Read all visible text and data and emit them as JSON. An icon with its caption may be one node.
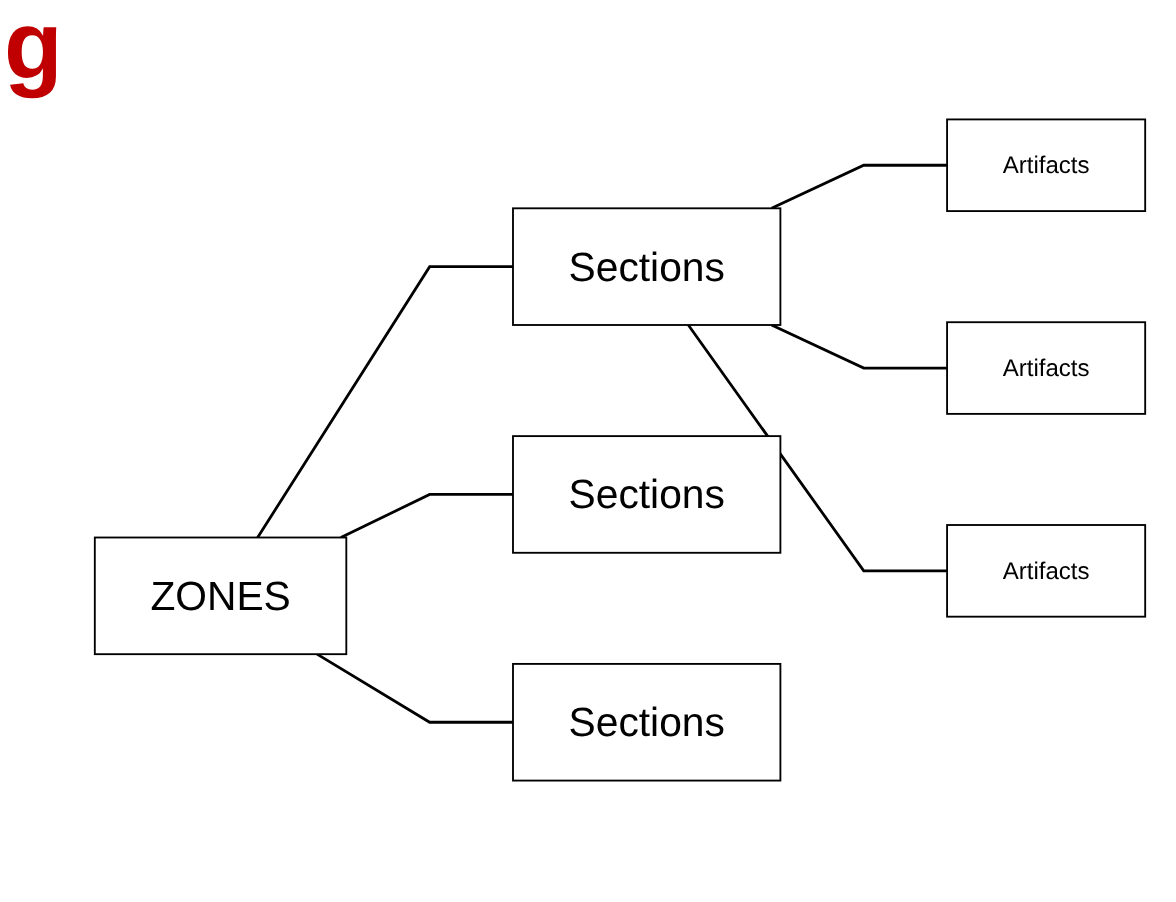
{
  "diagram": {
    "nodes": [
      {
        "text": [
          "ZONES"
        ]
      },
      {
        "text": [
          "Sections"
        ]
      },
      {
        "text": [
          "Sections"
        ]
      },
      {
        "text": [
          "Sections"
        ]
      },
      {
        "text": [
          "Artifacts"
        ]
      },
      {
        "text": [
          "Artifacts"
        ]
      },
      {
        "text": [
          "Artifacts"
        ]
      }
    ],
    "edges": [
      {
        "from": 0,
        "to": 1,
        "arrow": "none"
      },
      {
        "from": 0,
        "to": 2,
        "arrow": "none"
      },
      {
        "from": 0,
        "to": 3,
        "arrow": "none"
      },
      {
        "from": 1,
        "to": 4,
        "arrow": "none"
      },
      {
        "from": 1,
        "to": 5,
        "arrow": "none"
      },
      {
        "from": 1,
        "to": 6,
        "arrow": "none"
      }
    ],
    "labels": [
      "g"
    ]
  }
}
